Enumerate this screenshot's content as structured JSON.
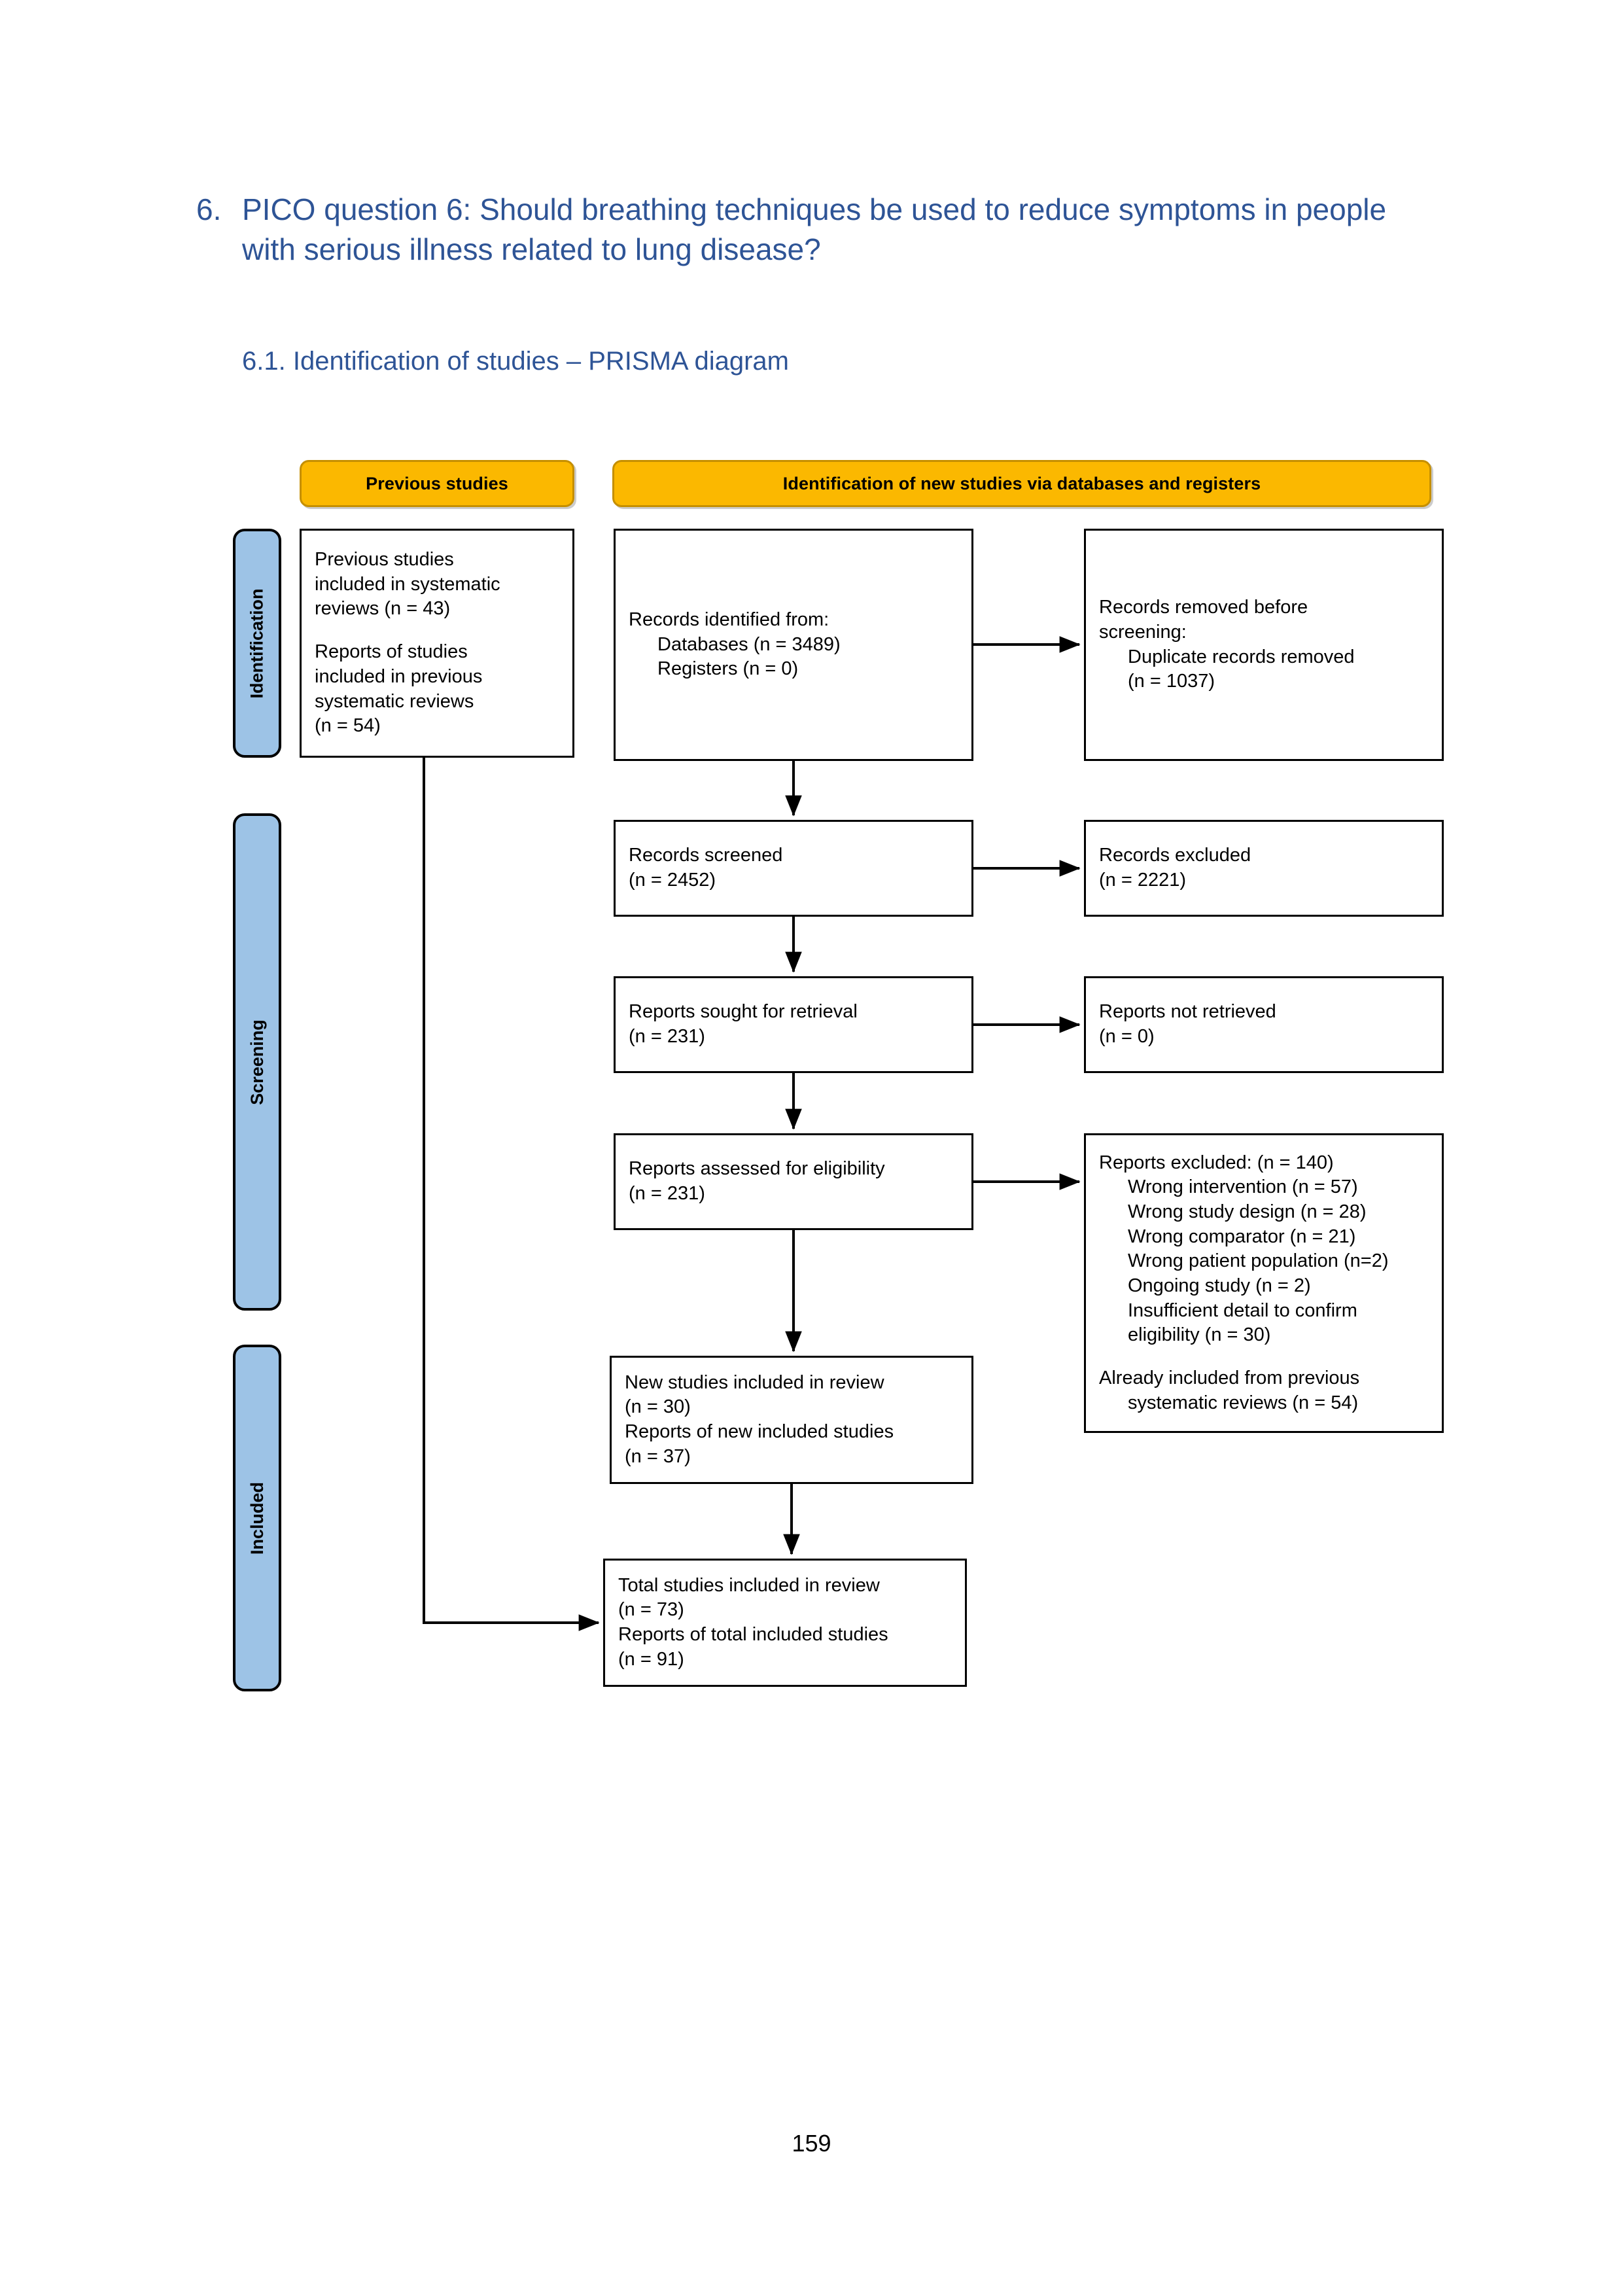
{
  "document": {
    "page_number": "159",
    "heading_number": "6.",
    "heading_title": "PICO question 6: Should breathing techniques be used to reduce symptoms in people with serious illness related to lung disease?",
    "subheading": "6.1. Identification of studies – PRISMA diagram",
    "heading_color": "#2E5496"
  },
  "diagram": {
    "type": "prisma-flow",
    "colors": {
      "banner_fill": "#FBB800",
      "banner_border": "#C58F00",
      "band_fill": "#9DC3E6",
      "box_border": "#000000",
      "text": "#000000"
    },
    "banners": [
      {
        "id": "previous-studies",
        "label": "Previous studies"
      },
      {
        "id": "identification-new",
        "label": "Identification of new studies via databases and registers"
      }
    ],
    "bands": [
      {
        "id": "identification",
        "label": "Identification"
      },
      {
        "id": "screening",
        "label": "Screening"
      },
      {
        "id": "included",
        "label": "Included"
      }
    ],
    "boxes": {
      "previous_studies": {
        "id": "previous-studies-box",
        "lines": [
          {
            "text": "Previous studies",
            "indent": 0
          },
          {
            "text": "included in systematic",
            "indent": 0
          },
          {
            "text": "reviews (n = 43)",
            "indent": 0
          },
          {
            "text": "",
            "indent": 0,
            "gap": true
          },
          {
            "text": "Reports of studies",
            "indent": 0
          },
          {
            "text": "included in previous",
            "indent": 0
          },
          {
            "text": "systematic reviews",
            "indent": 0
          },
          {
            "text": "(n = 54)",
            "indent": 0
          }
        ]
      },
      "records_identified": {
        "id": "records-identified-box",
        "lines": [
          {
            "text": "Records identified from:",
            "indent": 0
          },
          {
            "text": "Databases (n = 3489)",
            "indent": 1
          },
          {
            "text": "Registers (n = 0)",
            "indent": 1
          }
        ]
      },
      "records_removed": {
        "id": "records-removed-box",
        "lines": [
          {
            "text": "Records removed before",
            "indent": 0
          },
          {
            "text": "screening:",
            "indent": 0
          },
          {
            "text": "Duplicate records removed",
            "indent": 1
          },
          {
            "text": "(n = 1037)",
            "indent": 1
          }
        ]
      },
      "records_screened": {
        "id": "records-screened-box",
        "lines": [
          {
            "text": "Records screened",
            "indent": 0
          },
          {
            "text": "(n = 2452)",
            "indent": 0
          }
        ]
      },
      "records_excluded": {
        "id": "records-excluded-box",
        "lines": [
          {
            "text": "Records excluded",
            "indent": 0
          },
          {
            "text": "(n = 2221)",
            "indent": 0
          }
        ]
      },
      "reports_sought": {
        "id": "reports-sought-box",
        "lines": [
          {
            "text": "Reports sought for retrieval",
            "indent": 0
          },
          {
            "text": "(n = 231)",
            "indent": 0
          }
        ]
      },
      "reports_not_retrieved": {
        "id": "reports-not-retrieved-box",
        "lines": [
          {
            "text": "Reports not retrieved",
            "indent": 0
          },
          {
            "text": "(n = 0)",
            "indent": 0
          }
        ]
      },
      "reports_assessed": {
        "id": "reports-assessed-box",
        "lines": [
          {
            "text": "Reports assessed for eligibility",
            "indent": 0
          },
          {
            "text": "(n = 231)",
            "indent": 0
          }
        ]
      },
      "reports_excluded": {
        "id": "reports-excluded-box",
        "lines": [
          {
            "text": "Reports excluded: (n = 140)",
            "indent": 0
          },
          {
            "text": "Wrong intervention (n = 57)",
            "indent": 1
          },
          {
            "text": "Wrong study design (n = 28)",
            "indent": 1
          },
          {
            "text": "Wrong comparator (n = 21)",
            "indent": 1
          },
          {
            "text": "Wrong patient population (n=2)",
            "indent": 1
          },
          {
            "text": "Ongoing study (n = 2)",
            "indent": 1
          },
          {
            "text": "Insufficient detail to confirm",
            "indent": 1
          },
          {
            "text": "eligibility (n = 30)",
            "indent": 2
          },
          {
            "text": "",
            "indent": 0,
            "gap": true
          },
          {
            "text": "Already included from previous",
            "indent": 0
          },
          {
            "text": "systematic reviews (n = 54)",
            "indent": 1
          }
        ]
      },
      "new_studies": {
        "id": "new-studies-box",
        "lines": [
          {
            "text": "New studies included in review",
            "indent": 0
          },
          {
            "text": "(n = 30)",
            "indent": 0
          },
          {
            "text": "Reports of new included studies",
            "indent": 0
          },
          {
            "text": "(n = 37)",
            "indent": 0
          }
        ]
      },
      "total_studies": {
        "id": "total-studies-box",
        "lines": [
          {
            "text": "Total studies included in review",
            "indent": 0
          },
          {
            "text": "(n = 73)",
            "indent": 0
          },
          {
            "text": "Reports of total included studies",
            "indent": 0
          },
          {
            "text": "(n = 91)",
            "indent": 0
          }
        ]
      }
    },
    "counts": {
      "previous_studies_included": 43,
      "previous_reports_included": 54,
      "databases": 3489,
      "registers": 0,
      "duplicates_removed": 1037,
      "records_screened": 2452,
      "records_excluded": 2221,
      "reports_sought": 231,
      "reports_not_retrieved": 0,
      "reports_assessed": 231,
      "reports_excluded_total": 140,
      "wrong_intervention": 57,
      "wrong_study_design": 28,
      "wrong_comparator": 21,
      "wrong_patient_population": 2,
      "ongoing_study": 2,
      "insufficient_detail": 30,
      "already_included_previous": 54,
      "new_studies_included": 30,
      "reports_new_included": 37,
      "total_studies_included": 73,
      "reports_total_included": 91
    }
  }
}
